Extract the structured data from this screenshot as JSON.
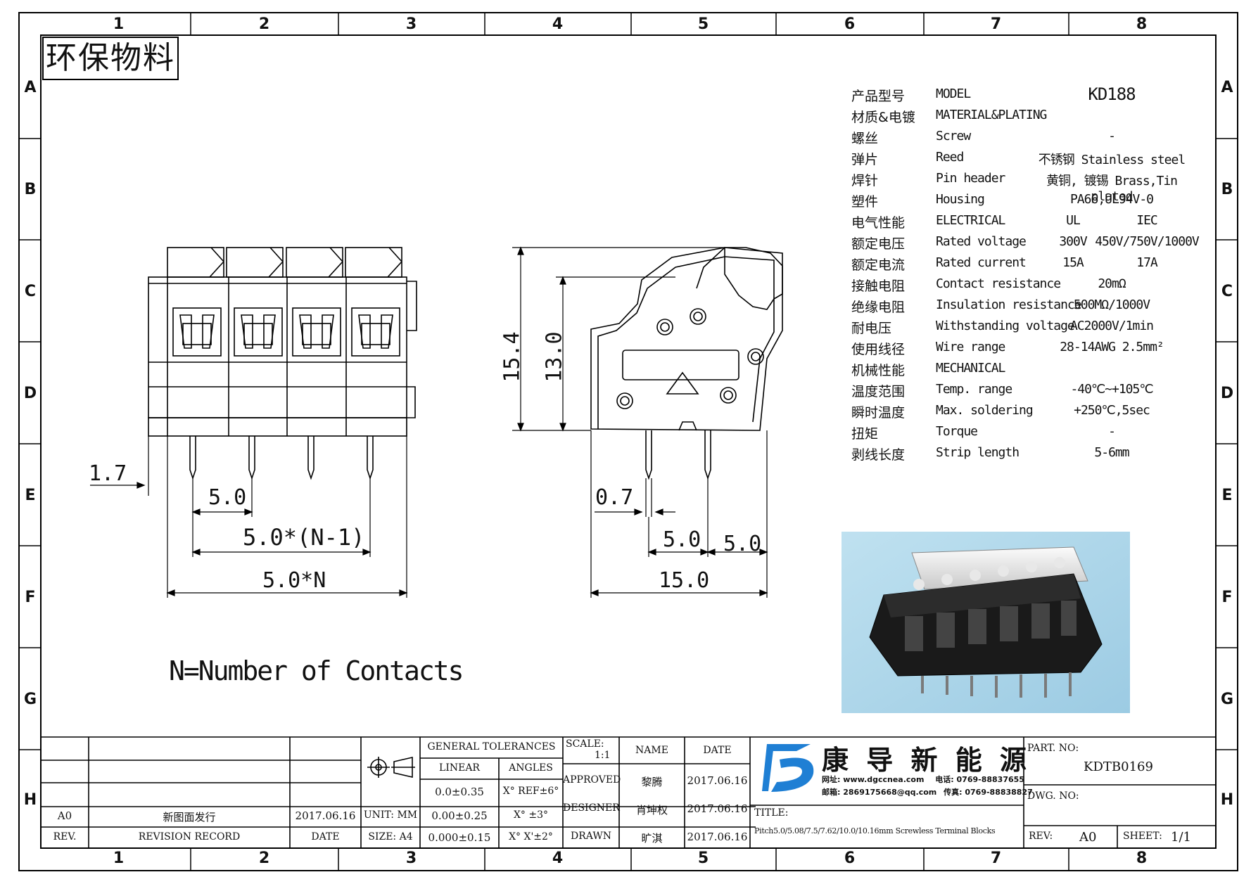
{
  "zones": {
    "columns": [
      "1",
      "2",
      "3",
      "4",
      "5",
      "6",
      "7",
      "8"
    ],
    "rows": [
      "A",
      "B",
      "C",
      "D",
      "E",
      "F",
      "G",
      "H"
    ]
  },
  "stamp": "环保物料",
  "specs": [
    {
      "cn": "产品型号",
      "en": "MODEL",
      "v1": "KD188",
      "v2": ""
    },
    {
      "cn": "材质&电镀",
      "en": "MATERIAL&PLATING",
      "v1": "",
      "v2": ""
    },
    {
      "cn": "螺丝",
      "en": "Screw",
      "v1": "-",
      "v2": ""
    },
    {
      "cn": "弹片",
      "en": "Reed",
      "v1": "不锈钢 Stainless steel",
      "v2": ""
    },
    {
      "cn": "焊针",
      "en": "Pin header",
      "v1": "黄铜, 镀锡 Brass,Tin plated",
      "v2": ""
    },
    {
      "cn": "塑件",
      "en": "Housing",
      "v1": "PA66,UL94V-0",
      "v2": ""
    },
    {
      "cn": "电气性能",
      "en": "ELECTRICAL",
      "v1": "UL",
      "v2": "IEC"
    },
    {
      "cn": "额定电压",
      "en": "Rated voltage",
      "v1": "300V",
      "v2": "450V/750V/1000V"
    },
    {
      "cn": "额定电流",
      "en": "Rated current",
      "v1": "15A",
      "v2": "17A"
    },
    {
      "cn": "接触电阻",
      "en": "Contact resistance",
      "v1": "20mΩ",
      "v2": ""
    },
    {
      "cn": "绝缘电阻",
      "en": "Insulation resistance",
      "v1": "500MΩ/1000V",
      "v2": ""
    },
    {
      "cn": "耐电压",
      "en": "Withstanding voltage",
      "v1": "AC2000V/1min",
      "v2": ""
    },
    {
      "cn": "使用线径",
      "en": "Wire range",
      "v1": "28-14AWG 2.5mm²",
      "v2": ""
    },
    {
      "cn": "机械性能",
      "en": "MECHANICAL",
      "v1": "",
      "v2": ""
    },
    {
      "cn": "温度范围",
      "en": "Temp. range",
      "v1": "-40℃~+105℃",
      "v2": ""
    },
    {
      "cn": "瞬时温度",
      "en": "Max. soldering",
      "v1": "+250℃,5sec",
      "v2": ""
    },
    {
      "cn": "扭矩",
      "en": "Torque",
      "v1": "-",
      "v2": ""
    },
    {
      "cn": "剥线长度",
      "en": "Strip length",
      "v1": "5-6mm",
      "v2": ""
    }
  ],
  "dims": {
    "left_offset": "1.7",
    "pitch": "5.0",
    "pitch_n1": "5.0*(N-1)",
    "pitch_n": "5.0*N",
    "height_total": "15.4",
    "height_body": "13.0",
    "pin_width": "0.7",
    "side_a": "5.0",
    "side_b": "5.0",
    "depth": "15.0"
  },
  "note": "N=Number of Contacts",
  "title_block": {
    "general_tolerances": "GENERAL TOLERANCES",
    "linear": "LINEAR",
    "angles": "ANGLES",
    "tol1": "0.0±0.35",
    "tol2": "0.00±0.25",
    "tol3": "0.000±0.15",
    "ang1": "X° REF±6°",
    "ang2": "X° ±3°",
    "ang3": "X° X'±2°",
    "unit": "UNIT: MM",
    "size": "SIZE: A4",
    "scale_label": "SCALE:",
    "scale_value": "1:1",
    "name_h": "NAME",
    "date_h": "DATE",
    "approved": "APPROVED",
    "approved_name": "黎腾",
    "approved_date": "2017.06.16",
    "designer": "DESIGNER",
    "designer_name": "肖坤权",
    "designer_date": "2017.06.16",
    "drawn": "DRAWN",
    "drawn_name": "旷淇",
    "drawn_date": "2017.06.16",
    "rev_a0": "A0",
    "rev_note": "新图面发行",
    "rev_date": "2017.06.16",
    "rev_h": "REV.",
    "revision_record": "REVISION RECORD",
    "date_col": "DATE",
    "company": "康 导 新 能 源",
    "company_web_label": "网址:",
    "company_web": "www.dgccnea.com",
    "company_tel_label": "电话:",
    "company_tel": "0769-88837655",
    "company_mail_label": "邮箱:",
    "company_mail": "2869175668@qq.com",
    "company_fax_label": "传真:",
    "company_fax": "0769-88838827",
    "title_label": "TITLE:",
    "title_text": "Pitch5.0/5.08/7.5/7.62/10.0/10.16mm Screwless Terminal Blocks",
    "part_no_label": "PART. NO:",
    "part_no": "KDTB0169",
    "dwg_no_label": "DWG. NO:",
    "rev_label": "REV:",
    "rev_value": "A0",
    "sheet_label": "SHEET:",
    "sheet_value": "1/1"
  }
}
